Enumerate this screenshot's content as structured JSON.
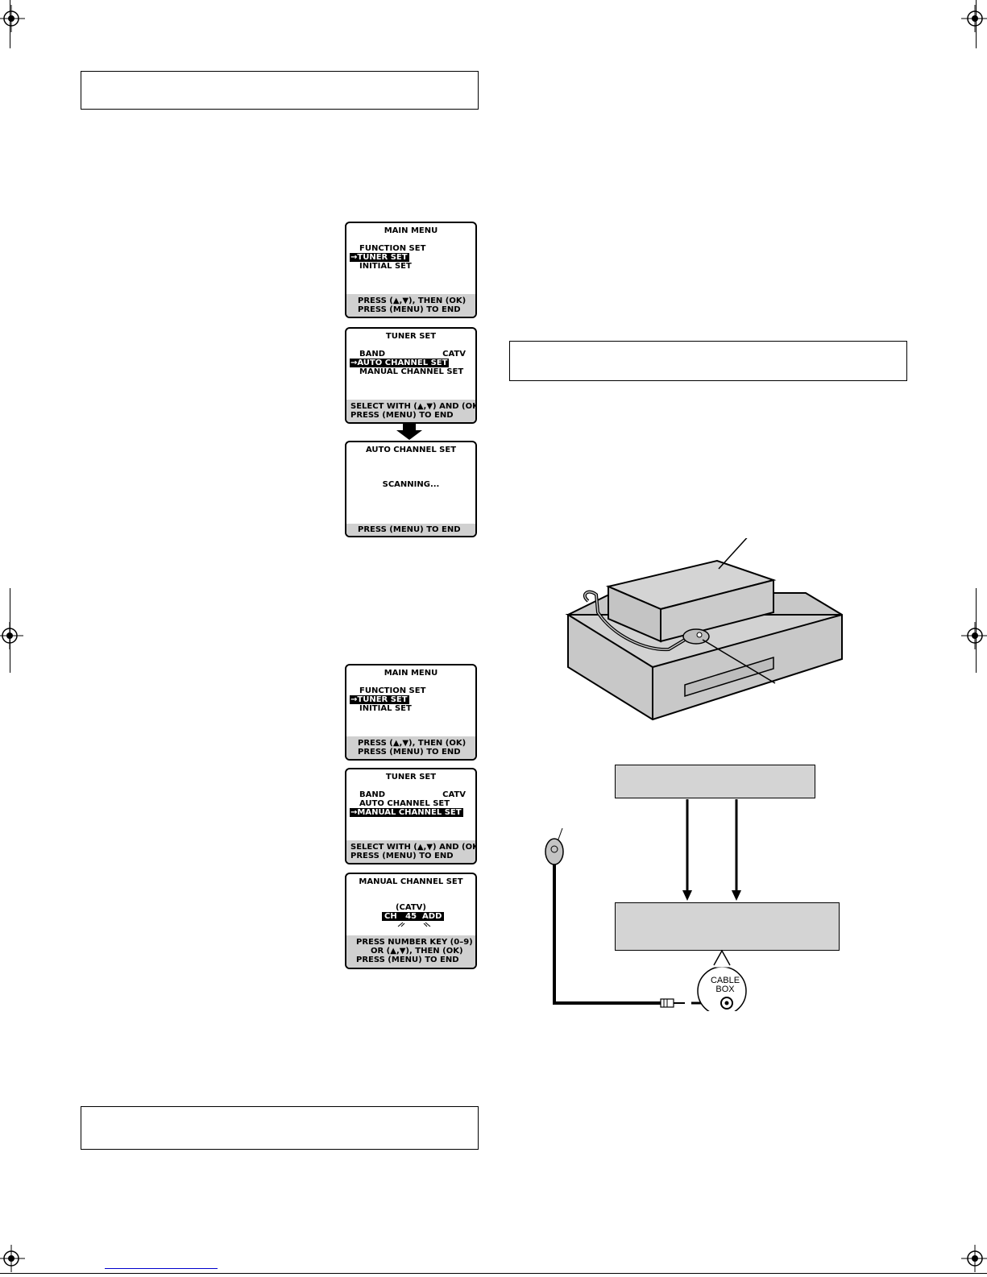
{
  "screens": {
    "main_menu_1": {
      "title": "MAIN MENU",
      "items": [
        "FUNCTION SET",
        "→TUNER SET",
        "INITIAL SET"
      ],
      "footer": [
        "PRESS (▲,▼), THEN (OK)",
        "PRESS (MENU) TO END"
      ]
    },
    "tuner_set_1": {
      "title": "TUNER SET",
      "band_label": "BAND",
      "band_value": "CATV",
      "items": [
        "→AUTO CHANNEL SET",
        "MANUAL CHANNEL SET"
      ],
      "footer": [
        "SELECT WITH (▲,▼) AND (OK)",
        "PRESS (MENU) TO END"
      ]
    },
    "auto_channel_set": {
      "title": "AUTO CHANNEL SET",
      "status": "SCANNING...",
      "footer": [
        "PRESS (MENU) TO END"
      ]
    },
    "main_menu_2": {
      "title": "MAIN MENU",
      "items": [
        "FUNCTION SET",
        "→TUNER SET",
        "INITIAL SET"
      ],
      "footer": [
        "PRESS (▲,▼), THEN (OK)",
        "PRESS (MENU) TO END"
      ]
    },
    "tuner_set_2": {
      "title": "TUNER SET",
      "band_label": "BAND",
      "band_value": "CATV",
      "items": [
        "AUTO CHANNEL SET",
        "→MANUAL CHANNEL SET"
      ],
      "footer": [
        "SELECT WITH (▲,▼) AND (OK)",
        "PRESS (MENU) TO END"
      ]
    },
    "manual_channel_set": {
      "title": "MANUAL CHANNEL SET",
      "band": "(CATV)",
      "channel_line": "CH   45  ADD",
      "footer": [
        "PRESS NUMBER KEY (0–9)",
        "OR (▲,▼), THEN (OK)",
        "PRESS (MENU) TO END"
      ]
    }
  },
  "diagram": {
    "cable_box_label_line1": "CABLE",
    "cable_box_label_line2": "BOX"
  },
  "colors": {
    "screen_footer": "#d0d0d0",
    "diagram_box_fill": "#d4d4d4",
    "device_fill": "#c8c8c8"
  }
}
